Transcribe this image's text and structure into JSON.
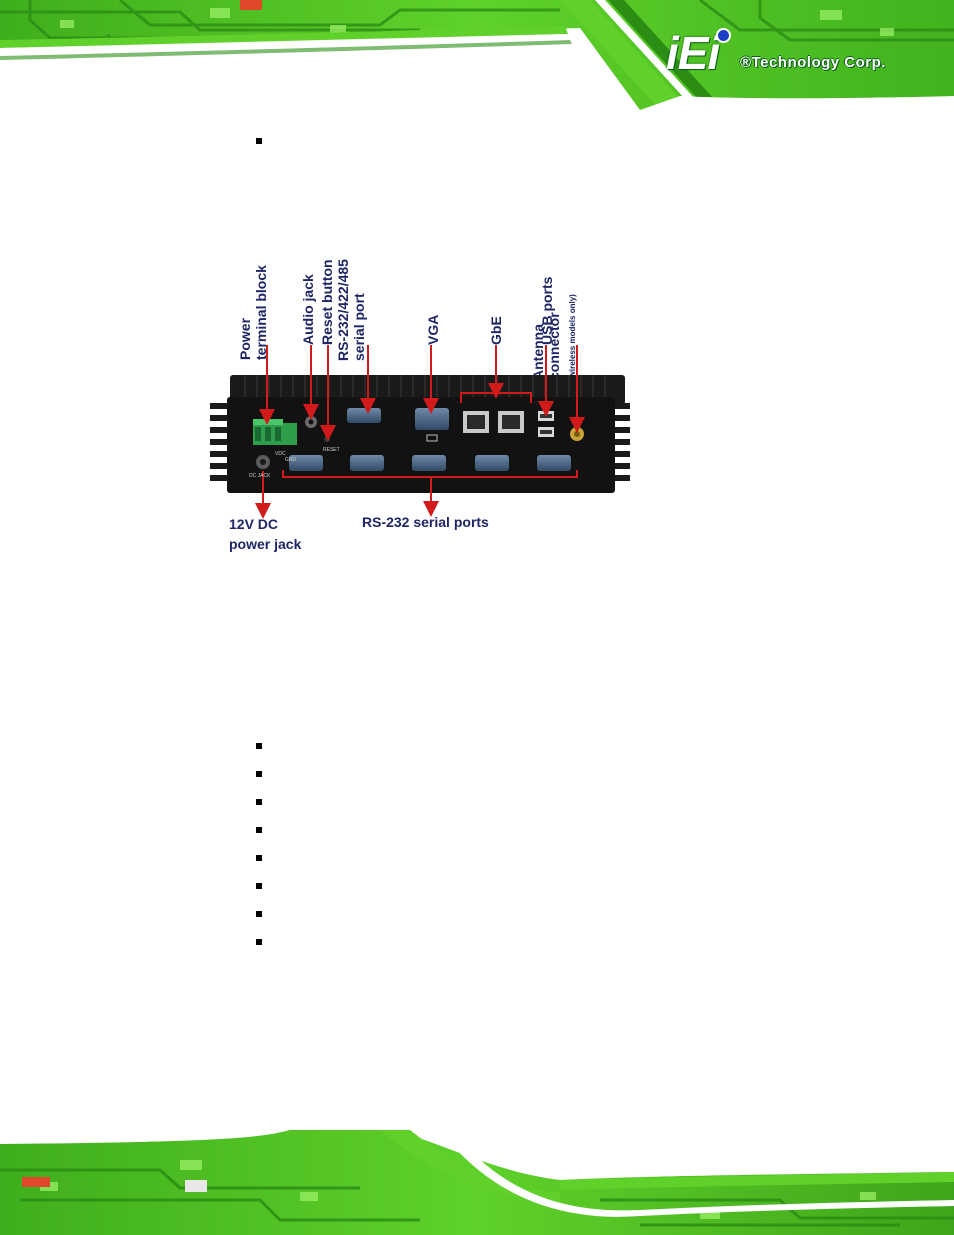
{
  "brand": {
    "logo_text": "iEi",
    "company": "®Technology Corp."
  },
  "figure": {
    "top_labels": [
      {
        "id": "power",
        "lines": [
          "Power",
          "terminal block"
        ]
      },
      {
        "id": "audio",
        "lines": [
          "Audio jack"
        ]
      },
      {
        "id": "reset",
        "lines": [
          "Reset button"
        ]
      },
      {
        "id": "rs485",
        "lines": [
          "RS-232/422/485",
          "serial port"
        ]
      },
      {
        "id": "vga",
        "lines": [
          "VGA"
        ]
      },
      {
        "id": "gbe",
        "lines": [
          "GbE"
        ]
      },
      {
        "id": "usb",
        "lines": [
          "USB ports"
        ]
      },
      {
        "id": "antenna",
        "lines": [
          "Antenna",
          "connector"
        ],
        "note": "(wireless models only)"
      }
    ],
    "panel_labels": {
      "vdc": "VDC",
      "gnd": "GND",
      "reset": "RESET",
      "dc_jack": "DC JACK"
    },
    "bottom_labels": {
      "dc_jack_1": "12V DC",
      "dc_jack_2": "power jack",
      "rs232": "RS-232 serial ports"
    }
  },
  "colors": {
    "pcb_green": "#5fd12a",
    "pcb_dark": "#1f7a12",
    "label_blue": "#1d2566",
    "arrow_red": "#d11a1a",
    "chassis": "#121212"
  }
}
